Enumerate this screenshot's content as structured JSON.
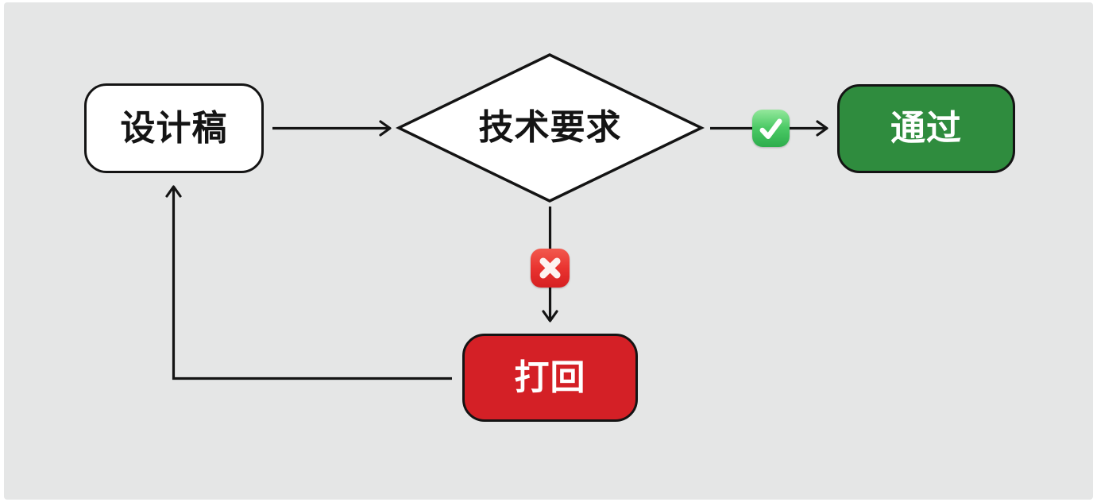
{
  "diagram": {
    "nodes": {
      "design": {
        "label": "设计稿",
        "shape": "rounded-rect",
        "fill": "#ffffff",
        "text_color": "#141414"
      },
      "decision": {
        "label": "技术要求",
        "shape": "diamond",
        "fill": "#ffffff",
        "text_color": "#141414"
      },
      "pass": {
        "label": "通过",
        "shape": "rounded-rect",
        "fill": "#2f8c3e",
        "text_color": "#ffffff"
      },
      "reject": {
        "label": "打回",
        "shape": "rounded-rect",
        "fill": "#d42026",
        "text_color": "#ffffff"
      }
    },
    "edges": [
      {
        "from": "design",
        "to": "decision",
        "marker": null
      },
      {
        "from": "decision",
        "to": "pass",
        "marker": "check"
      },
      {
        "from": "decision",
        "to": "reject",
        "marker": "cross"
      },
      {
        "from": "reject",
        "to": "design",
        "marker": null
      }
    ],
    "icons": {
      "check": {
        "name": "check-mark-icon",
        "glyph": "✓",
        "tile_top": "#94e89c",
        "tile_bottom": "#2dad4c",
        "mark_color": "#ffffff"
      },
      "cross": {
        "name": "cross-mark-icon",
        "glyph": "✕",
        "tile_top": "#f2594e",
        "tile_bottom": "#d61f21",
        "mark_color": "#fdf3f1"
      }
    },
    "colors": {
      "canvas_background": "#e5e6e6",
      "page_background": "#ffffff",
      "line_stroke": "#141414"
    }
  }
}
